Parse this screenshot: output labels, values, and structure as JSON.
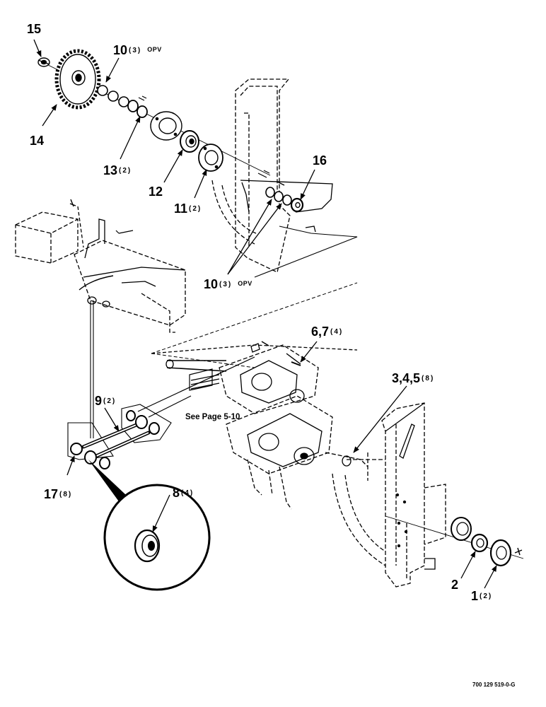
{
  "drawing_code": "700 129 519-0-G",
  "reference_note": "See Page 5-10",
  "callouts": [
    {
      "id": "15",
      "number": "15",
      "qty": "",
      "note": ""
    },
    {
      "id": "10a",
      "number": "10",
      "qty": "(3)",
      "note": "OPV"
    },
    {
      "id": "14",
      "number": "14",
      "qty": "",
      "note": ""
    },
    {
      "id": "13",
      "number": "13",
      "qty": "(2)",
      "note": ""
    },
    {
      "id": "12",
      "number": "12",
      "qty": "",
      "note": ""
    },
    {
      "id": "11",
      "number": "11",
      "qty": "(2)",
      "note": ""
    },
    {
      "id": "16",
      "number": "16",
      "qty": "",
      "note": ""
    },
    {
      "id": "10b",
      "number": "10",
      "qty": "(3)",
      "note": "OPV"
    },
    {
      "id": "67",
      "number": "6,7",
      "qty": "(4)",
      "note": ""
    },
    {
      "id": "345",
      "number": "3,4,5",
      "qty": "(8)",
      "note": ""
    },
    {
      "id": "9",
      "number": "9",
      "qty": "(2)",
      "note": ""
    },
    {
      "id": "17",
      "number": "17",
      "qty": "(8)",
      "note": ""
    },
    {
      "id": "8",
      "number": "8",
      "qty": "(4)",
      "note": ""
    },
    {
      "id": "2",
      "number": "2",
      "qty": "",
      "note": ""
    },
    {
      "id": "1",
      "number": "1",
      "qty": "(2)",
      "note": ""
    }
  ]
}
